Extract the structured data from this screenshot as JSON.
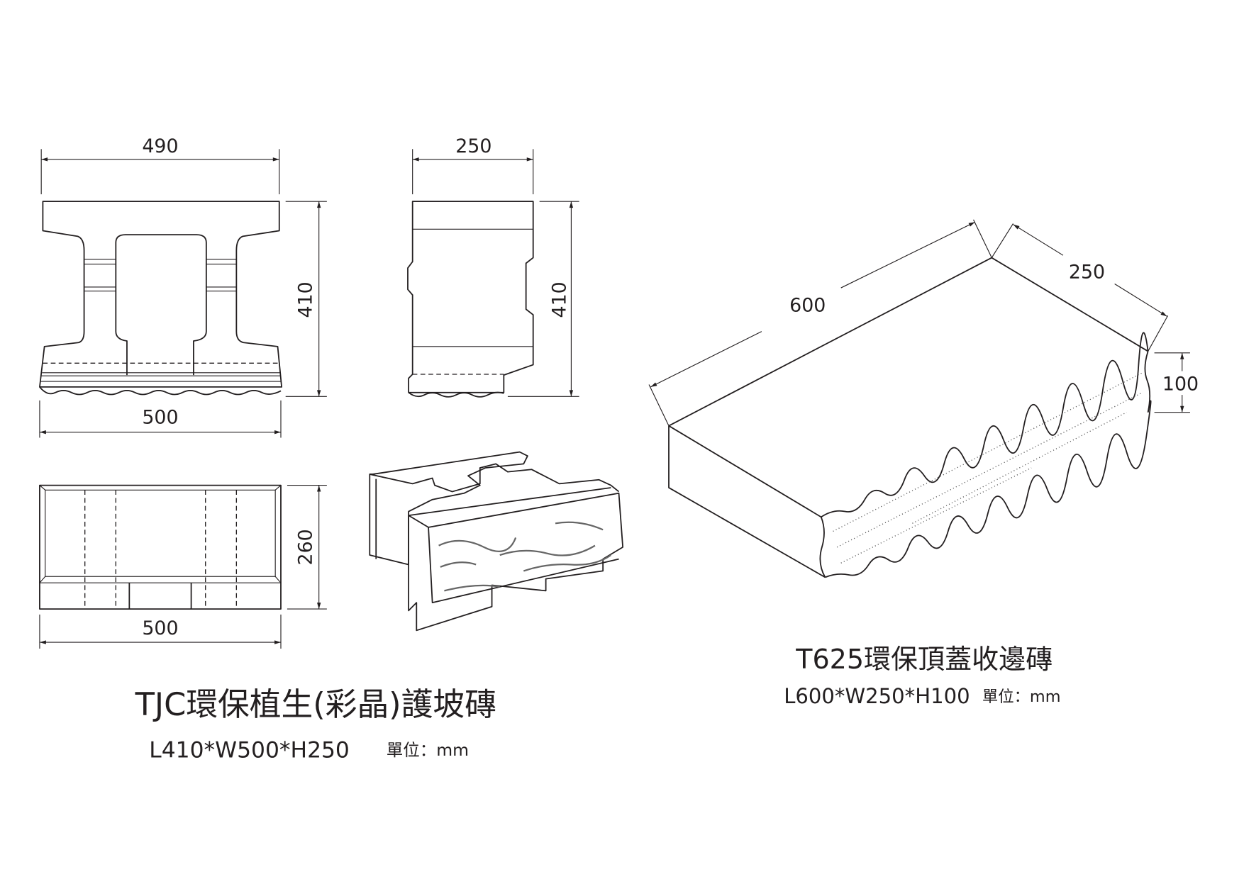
{
  "left_product": {
    "title": "TJC環保植生(彩晶)護坡磚",
    "dimensions": "L410*W500*H250",
    "unit_label": "單位：mm",
    "front_view": {
      "top_width": "490",
      "height": "410",
      "bottom_width": "500"
    },
    "side_view": {
      "width": "250",
      "height": "410"
    },
    "top_view": {
      "depth": "260",
      "width": "500"
    }
  },
  "right_product": {
    "title": "T625環保頂蓋收邊磚",
    "dimensions": "L600*W250*H100",
    "unit_label": "單位：mm",
    "iso_view": {
      "length": "600",
      "width": "250",
      "height": "100"
    }
  }
}
